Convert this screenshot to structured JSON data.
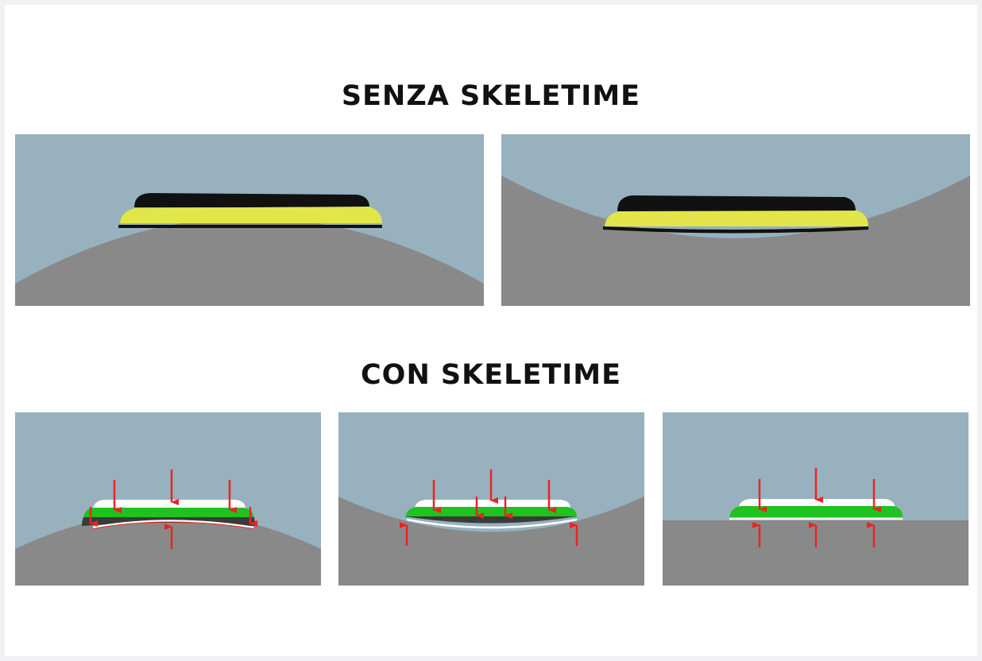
{
  "headings": {
    "without": "SENZA SKELETIME",
    "with": "CON SKELETIME"
  },
  "colors": {
    "page_background": "#ffffff",
    "outer_background": "#f1f1f3",
    "sky": "#97b1be",
    "surface": "#898989",
    "plain_insole_top": "#111111",
    "plain_insole_body": "#e2e64a",
    "skeletime_top_layer": "#ffffff",
    "skeletime_body": "#1fc21f",
    "skeletime_base": "#3a3a3a",
    "pressure_arrow": "#ee2222",
    "heading_text": "#111111"
  },
  "panels": {
    "without": [
      {
        "surface_shape": "convex"
      },
      {
        "surface_shape": "concave"
      }
    ],
    "with": [
      {
        "surface_shape": "convex",
        "pressure_arrows": "down from top, up from below, squeezed ends"
      },
      {
        "surface_shape": "concave",
        "pressure_arrows": "down from top, up at both ends"
      },
      {
        "surface_shape": "flat",
        "pressure_arrows": "three down, three up"
      }
    ]
  }
}
